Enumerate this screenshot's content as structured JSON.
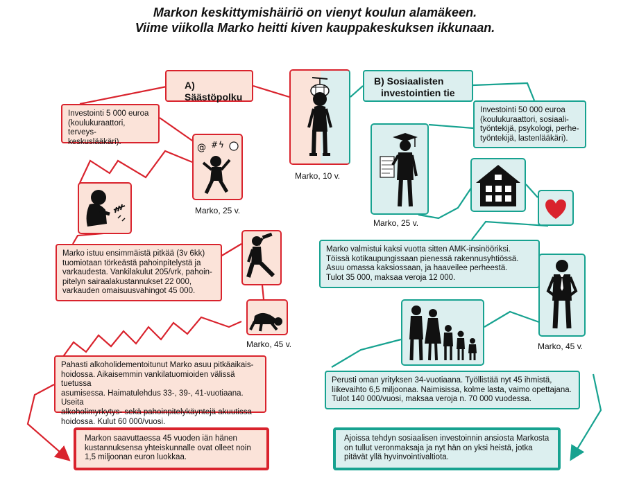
{
  "headline": {
    "line1": "Markon keskittymishäiriö on vienyt koulun alamäkeen.",
    "line2": "Viime viikolla Marko heitti kiven kauppakeskuksen ikkunaan."
  },
  "center": {
    "caption": "Marko, 10 v."
  },
  "path_a": {
    "title": "A) Säästöpolku",
    "box1": [
      "Investointi 5 000 euroa",
      "(koulukuraattori, terveys-",
      "keskuslääkäri)."
    ],
    "caption_25": "Marko, 25 v.",
    "box2": [
      "Marko istuu ensimmäistä pitkää (3v 6kk)",
      "tuomiotaan törkeästä pahoinpitelystä ja",
      "varkaudesta. Vankilakulut 205/vrk, pahoin-",
      "pitelyn sairaalakustannukset 22 000,",
      "varkauden omaisuusvahingot 45 000."
    ],
    "caption_45": "Marko, 45 v.",
    "box3": [
      "Pahasti alkoholidementoitunut Marko asuu pitkäaikais-",
      "hoidossa. Aikaisemmin vankilatuomioiden välissä tuetussa",
      "asumisessa. Haimatulehdus 33-, 39-, 41-vuotiaana. Useita",
      "alkoholimyrkytys- sekä pahoinpitelykäyntejä akuutissa",
      "hoidossa. Kulut 60 000/vuosi."
    ],
    "conclusion": [
      "Markon saavuttaessa 45 vuoden iän hänen",
      "kustannuksensa yhteiskunnalle ovat olleet noin",
      "1,5 miljoonan euron luokkaa."
    ]
  },
  "path_b": {
    "title": [
      "B) Sosiaalisten",
      "investointien tie"
    ],
    "box1": [
      "Investointi 50 000 euroa",
      "(koulukuraattori, sosiaali-",
      "työntekijä, psykologi, perhe-",
      "työntekijä, lastenlääkäri)."
    ],
    "caption_25": "Marko, 25 v.",
    "box2": [
      "Marko valmistui kaksi vuotta sitten AMK-insinööriksi.",
      "Töissä kotikaupungissaan pienessä rakennusyhtiössä.",
      "Asuu omassa kaksiossaan, ja haaveilee perheestä.",
      "Tulot 35 000, maksaa veroja 12 000."
    ],
    "caption_45": "Marko, 45 v.",
    "box3": [
      "Perusti oman yrityksen 34-vuotiaana. Työllistää nyt 45 ihmistä,",
      "liikevaihto 6,5 miljoonaa. Naimisissa, kolme lasta, vaimo opettajana.",
      "Tulot 140 000/vuosi, maksaa veroja n. 70 000 vuodessa."
    ],
    "conclusion": [
      "Ajoissa tehdyn sosiaalisen investoinnin ansiosta Markosta",
      "on tullut veronmaksaja ja nyt hän on yksi heistä, jotka",
      "pitävät yllä hyvinvointivaltiota."
    ]
  },
  "colors": {
    "red": "#d9232d",
    "teal": "#17a290",
    "red_fill": "#fbe3d9",
    "teal_fill": "#dcefef"
  },
  "icons": [
    "boy-propeller-cap-icon",
    "angry-figure-icon",
    "crouching-figure-icon",
    "drinking-figure-icon",
    "collapsed-figure-icon",
    "graduate-icon",
    "house-icon",
    "heart-icon",
    "businessman-icon",
    "family-icon"
  ]
}
